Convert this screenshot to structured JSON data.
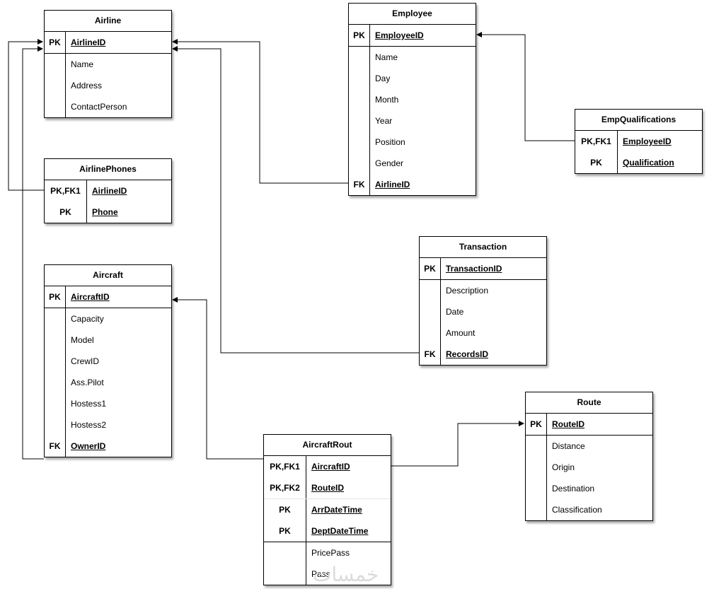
{
  "tables": {
    "airline": {
      "title": "Airline",
      "rows": [
        {
          "key": "PK",
          "name": "AirlineID",
          "pk": true
        },
        {
          "key": "",
          "name": "Name"
        },
        {
          "key": "",
          "name": "Address"
        },
        {
          "key": "",
          "name": "ContactPerson"
        }
      ]
    },
    "airlinephones": {
      "title": "AirlinePhones",
      "rows": [
        {
          "key": "PK,FK1",
          "name": "AirlineID",
          "pk": true
        },
        {
          "key": "PK",
          "name": "Phone",
          "pk": true
        }
      ]
    },
    "aircraft": {
      "title": "Aircraft",
      "rows": [
        {
          "key": "PK",
          "name": "AircraftID",
          "pk": true
        },
        {
          "key": "",
          "name": "Capacity"
        },
        {
          "key": "",
          "name": "Model"
        },
        {
          "key": "",
          "name": "CrewID"
        },
        {
          "key": "",
          "name": "Ass.Pilot"
        },
        {
          "key": "",
          "name": "Hostess1"
        },
        {
          "key": "",
          "name": "Hostess2"
        },
        {
          "key": "FK",
          "name": "OwnerID",
          "pk": true
        }
      ]
    },
    "employee": {
      "title": "Employee",
      "rows": [
        {
          "key": "PK",
          "name": "EmployeeID",
          "pk": true
        },
        {
          "key": "",
          "name": "Name"
        },
        {
          "key": "",
          "name": "Day"
        },
        {
          "key": "",
          "name": "Month"
        },
        {
          "key": "",
          "name": "Year"
        },
        {
          "key": "",
          "name": "Position"
        },
        {
          "key": "",
          "name": "Gender"
        },
        {
          "key": "FK",
          "name": "AirlineID",
          "pk": true
        }
      ]
    },
    "empqualifications": {
      "title": "EmpQualifications",
      "rows": [
        {
          "key": "PK,FK1",
          "name": "EmployeeID",
          "pk": true
        },
        {
          "key": "PK",
          "name": "Qualification",
          "pk": true
        }
      ]
    },
    "transaction": {
      "title": "Transaction",
      "rows": [
        {
          "key": "PK",
          "name": "TransactionID",
          "pk": true
        },
        {
          "key": "",
          "name": "Description"
        },
        {
          "key": "",
          "name": "Date"
        },
        {
          "key": "",
          "name": "Amount"
        },
        {
          "key": "FK",
          "name": "RecordsID",
          "pk": true
        }
      ]
    },
    "route": {
      "title": "Route",
      "rows": [
        {
          "key": "PK",
          "name": "RouteID",
          "pk": true
        },
        {
          "key": "",
          "name": "Distance"
        },
        {
          "key": "",
          "name": "Origin"
        },
        {
          "key": "",
          "name": "Destination"
        },
        {
          "key": "",
          "name": "Classification"
        }
      ]
    },
    "aircraftrout": {
      "title": "AircraftRout",
      "rows": [
        {
          "key": "PK,FK1",
          "name": "AircraftID",
          "pk": true
        },
        {
          "key": "PK,FK2",
          "name": "RouteID",
          "pk": true
        },
        {
          "key": "PK",
          "name": "ArrDateTime",
          "pk": true
        },
        {
          "key": "PK",
          "name": "DeptDateTime",
          "pk": true
        },
        {
          "key": "",
          "name": "PricePass"
        },
        {
          "key": "",
          "name": "Pass"
        }
      ]
    }
  },
  "relationships": [
    {
      "from": "airlinephones.AirlineID",
      "to": "airline.AirlineID"
    },
    {
      "from": "aircraft.OwnerID",
      "to": "airline.AirlineID"
    },
    {
      "from": "employee.AirlineID",
      "to": "airline.AirlineID"
    },
    {
      "from": "transaction.RecordsID",
      "to": "airline.AirlineID"
    },
    {
      "from": "empqualifications.EmployeeID",
      "to": "employee.EmployeeID"
    },
    {
      "from": "aircraftrout.AircraftID",
      "to": "aircraft.AircraftID"
    },
    {
      "from": "aircraftrout.RouteID",
      "to": "route.RouteID"
    }
  ],
  "watermark": "خمسات",
  "colors": {
    "line": "#000000",
    "border": "#000000",
    "background": "#ffffff"
  }
}
